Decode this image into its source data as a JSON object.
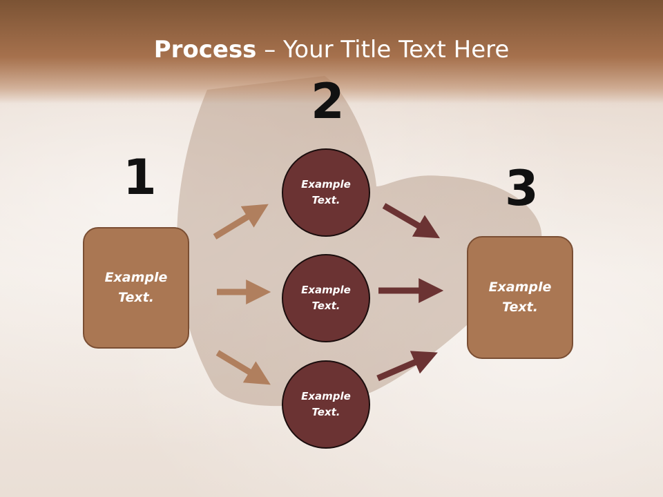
{
  "slide": {
    "title_bold": "Process",
    "title_rest": " – Your Title Text Here"
  },
  "steps": [
    {
      "number": "1"
    },
    {
      "number": "2"
    },
    {
      "number": "3"
    }
  ],
  "left_box": {
    "text": "Example\nText."
  },
  "right_box": {
    "text": "Example\nText."
  },
  "circles": [
    {
      "text": "Example\nText."
    },
    {
      "text": "Example\nText."
    },
    {
      "text": "Example\nText."
    }
  ],
  "colors": {
    "title_band": "#a6714d",
    "box_fill": "#aa7753",
    "circle_fill": "#6b3333",
    "arrow_light": "#b07f5e",
    "arrow_dark": "#6b3333"
  }
}
